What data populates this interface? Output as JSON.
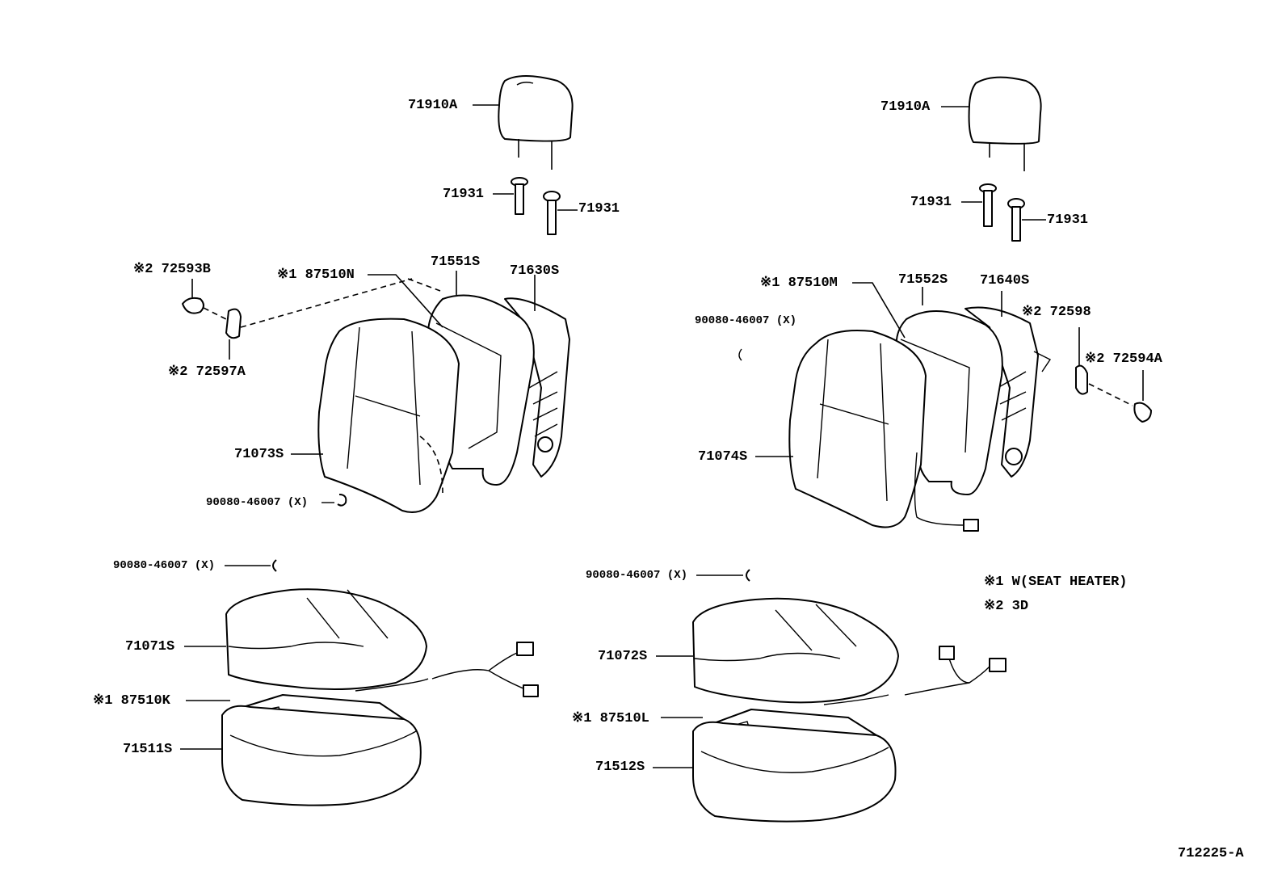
{
  "left_seat": {
    "headrest": "71910A",
    "support_a": "71931",
    "support_b": "71931",
    "heater_back": "※1 87510N",
    "back_pad": "71551S",
    "back_frame": "71630S",
    "cover_knob": "※2 72593B",
    "cover_lower": "※2 72597A",
    "back_cover": "71073S",
    "ring_back": "90080-46007 (X)",
    "ring_cushion": "90080-46007 (X)",
    "cushion_cover": "71071S",
    "heater_cushion": "※1 87510K",
    "cushion_pad": "71511S"
  },
  "right_seat": {
    "headrest": "71910A",
    "support_a": "71931",
    "support_b": "71931",
    "heater_back": "※1 87510M",
    "back_pad": "71552S",
    "back_frame": "71640S",
    "ring_back": "90080-46007 (X)",
    "cover_upper": "※2 72598",
    "cover_knob": "※2 72594A",
    "back_cover": "71074S",
    "ring_cushion": "90080-46007 (X)",
    "cushion_cover": "71072S",
    "heater_cushion": "※1 87510L",
    "cushion_pad": "71512S"
  },
  "legend": {
    "note1": "※1 W(SEAT HEATER)",
    "note2": "※2 3D"
  },
  "diagram_id": "712225-A"
}
